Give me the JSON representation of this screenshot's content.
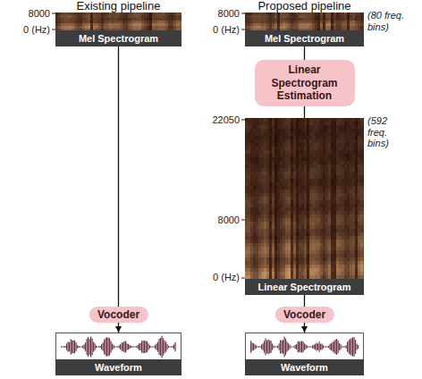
{
  "diagram": {
    "nodes": [
      {
        "text": [
          "Mel Spectrogram"
        ]
      },
      {
        "text": [
          "Vocoder"
        ]
      },
      {
        "text": [
          "Waveform"
        ]
      },
      {
        "text": [
          "Mel Spectrogram"
        ]
      },
      {
        "text": [
          "Linear Spectrogram Estimation"
        ]
      },
      {
        "text": [
          "Linear Spectrogram"
        ]
      },
      {
        "text": [
          "Vocoder"
        ]
      },
      {
        "text": [
          "Waveform"
        ]
      }
    ],
    "edges": [
      {
        "from": 0,
        "to": 1,
        "arrow": "none"
      },
      {
        "from": 1,
        "to": 2,
        "arrow": "to"
      },
      {
        "from": 3,
        "to": 4,
        "arrow": "none"
      },
      {
        "from": 4,
        "to": 5,
        "arrow": "none"
      },
      {
        "from": 5,
        "to": 6,
        "arrow": "none"
      },
      {
        "from": 6,
        "to": 7,
        "arrow": "to"
      }
    ],
    "labels": [
      "Existing pipeline",
      "Proposed pipeline",
      "8000",
      "0 (Hz)",
      "8000",
      "0 (Hz)",
      "(80 freq. bins)",
      "22050",
      "(592 freq. bins)",
      "8000",
      "0 (Hz)"
    ]
  }
}
